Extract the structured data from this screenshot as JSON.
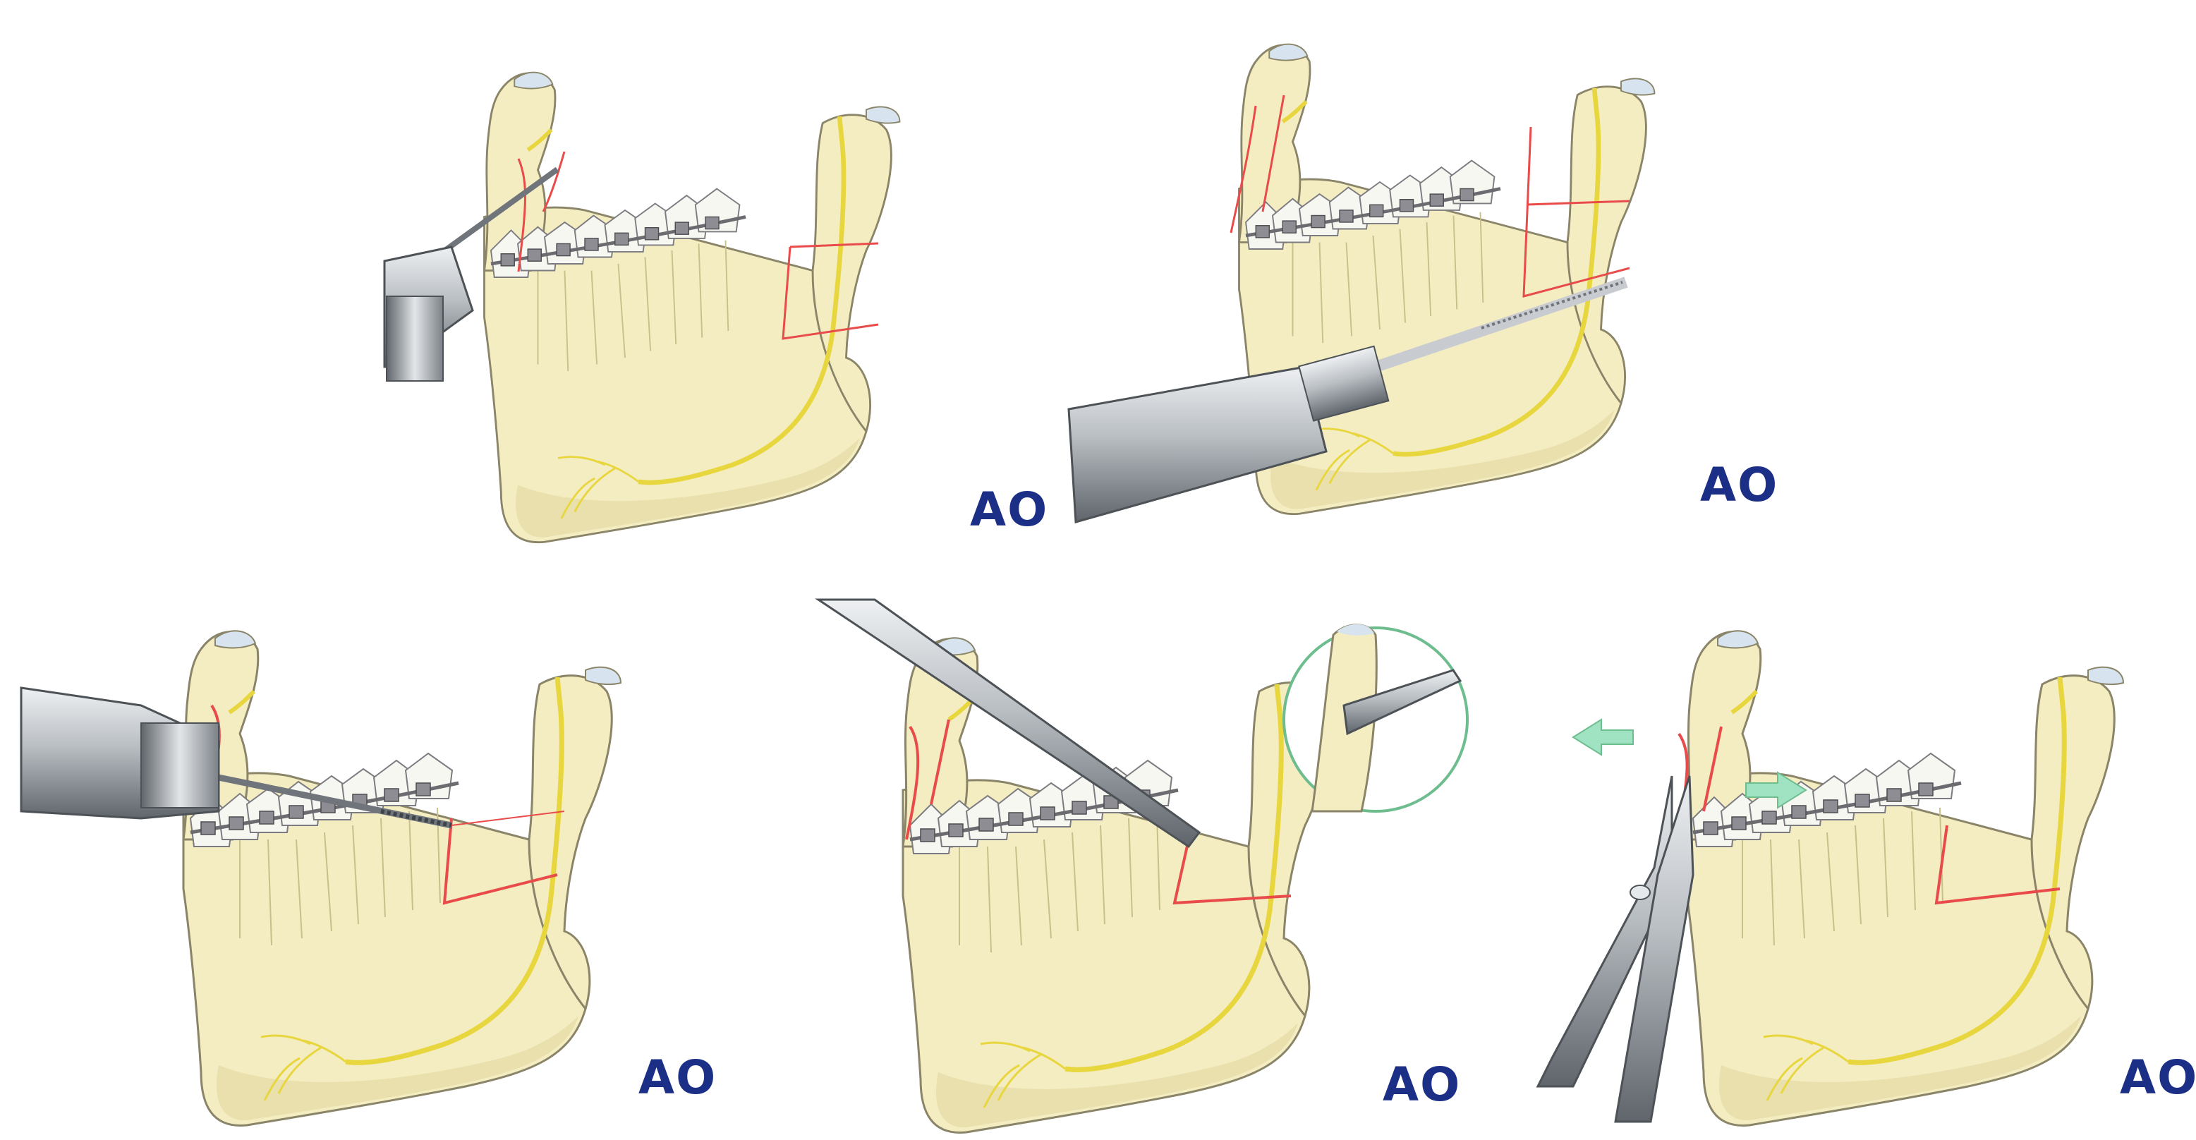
{
  "colors": {
    "bone_fill": "#f4edc2",
    "bone_stroke": "#8a8468",
    "bone_shade": "#e6dca8",
    "cartilage": "#d7e4ef",
    "nerve": "#e8d63f",
    "osteotomy": "#e94b4b",
    "bracket": "#7b7b80",
    "metal_light": "#d5d8dc",
    "metal_dark": "#6f757b",
    "logo": "#1c2f86",
    "magnifier": "#6dbd8f",
    "arrow": "#9fe3c3"
  },
  "panels": [
    {
      "id": "p1",
      "step": "drill-ramus-cut",
      "logo": "AO"
    },
    {
      "id": "p2",
      "step": "saw-body-cut",
      "logo": "AO"
    },
    {
      "id": "p3",
      "step": "drill-holes",
      "logo": "AO"
    },
    {
      "id": "p4",
      "step": "chisel-split",
      "logo": "AO"
    },
    {
      "id": "p5",
      "step": "spreader-separation",
      "logo": "AO"
    }
  ]
}
